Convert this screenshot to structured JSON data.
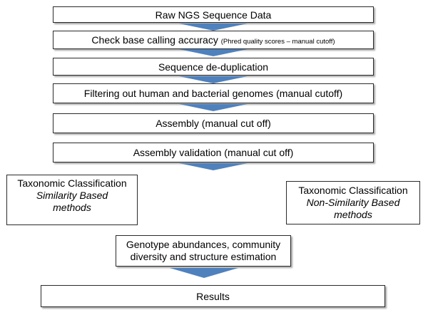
{
  "steps": {
    "raw_data": "Raw NGS Sequence Data",
    "base_calling": {
      "main": "Check base calling accuracy",
      "note": "(Phred quality scores – manual cutoff)"
    },
    "dedup": "Sequence de-duplication",
    "filtering": "Filtering out human and bacterial genomes  (manual cutoff)",
    "assembly": "Assembly  (manual cut off)",
    "validation": "Assembly validation (manual cut off)",
    "tax_similarity": {
      "line1": "Taxonomic Classification",
      "line2": "Similarity Based",
      "line3": "methods"
    },
    "tax_nonsimilarity": {
      "line1": "Taxonomic Classification",
      "line2": "Non-Similarity Based",
      "line3": "methods"
    },
    "genotype": {
      "line1": "Genotype abundances, community",
      "line2": "diversity and structure estimation"
    },
    "results": "Results"
  },
  "colors": {
    "arrow": "#4f81bd",
    "border": "#2b2b2b"
  }
}
